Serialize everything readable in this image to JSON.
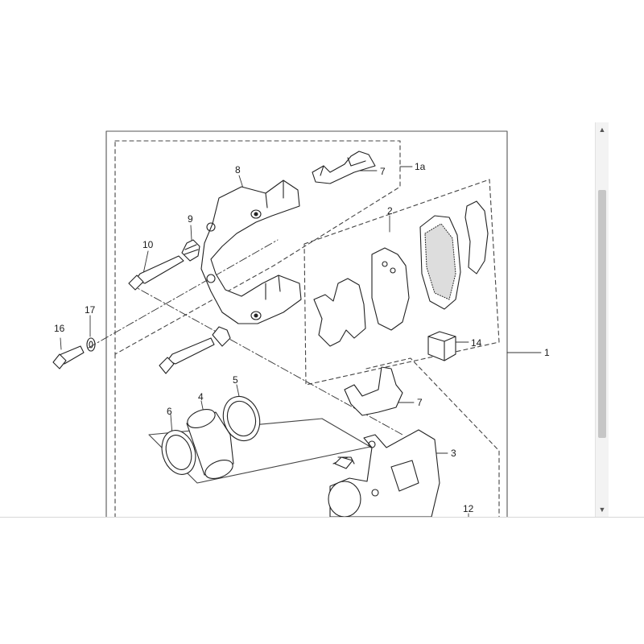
{
  "callouts": {
    "c1": "1",
    "c1a": "1a",
    "c2": "2",
    "c3": "3",
    "c4": "4",
    "c5": "5",
    "c6": "6",
    "c7a": "7",
    "c7b": "7",
    "c8": "8",
    "c9": "9",
    "c10": "10",
    "c12": "12",
    "c14": "14",
    "c16": "16",
    "c17": "17"
  },
  "scrollbar": {
    "up_glyph": "▲",
    "down_glyph": "▼"
  }
}
